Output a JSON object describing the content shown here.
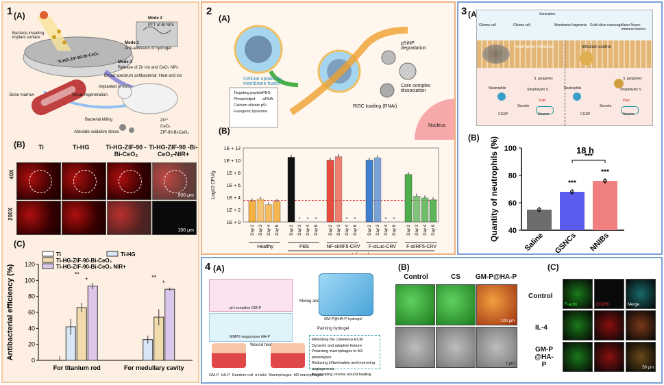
{
  "panel1": {
    "num": "1",
    "a": "(A)",
    "b": "(B)",
    "c": "(C)",
    "mode2": "Mode 2",
    "mode1": "Mode 1",
    "mode3": "Mode 3",
    "ptt": "PTT of Bi NPs",
    "anti_adhesion": "Anti-adhesion of hydrogel",
    "release": "Release of Zn ion and CeO₂ NPs",
    "broad": "Broad spectrum antibacterial: Heat and ion",
    "implant": "Ti-HG-ZIF-90-Bi-CeO₂",
    "bacteria": "Bacteria invading implant surface",
    "implanted": "Implanted in vivo",
    "tissue": "Tissue regeneration",
    "killing": "Bacterial killing",
    "oxidative": "Alleviate oxidative stress",
    "bone": "Bone marrow",
    "legend": [
      "Zn²⁺",
      "CeO₂",
      "ZIF-90-Bi-CeO₂"
    ],
    "col_titles": [
      "Ti",
      "Ti-HG",
      "Ti-HG-ZIF-90 -Bi-CeO₂",
      "Ti-HG-ZIF-90 -Bi-CeO₂-NIR+"
    ],
    "row_labels": [
      "40X",
      "200X"
    ],
    "scale_40x": "500 μm",
    "scale_200x": "100 μm"
  },
  "panel2": {
    "num": "2",
    "a": "(A)",
    "b": "(B)",
    "labels": {
      "uptake": "Cellular uptake by membrane fusion",
      "psinp": "pSiNP degradation",
      "core": "Core complex dissociation",
      "risc": "RISC loading (RNAi)",
      "nucleus": "Nucleus"
    },
    "legend": [
      "Targeting peptide",
      "PEG",
      "Phospholipid",
      "siRNA",
      "Calcium silicate pSi",
      "Fusogenic liposome"
    ]
  },
  "panel3": {
    "num": "3",
    "a": "(A)",
    "b": "(B)",
    "top_labels": [
      "Glioma cell",
      "Glioma cell",
      "Sonication",
      "Membrane fragments",
      "Gold-silver nanocage",
      "Nano Neuro-immune blocker"
    ],
    "diagram_labels": {
      "left_box": "Neutrophils infiltration",
      "right_box": "Infection control",
      "neutrophils": "Neutrophils",
      "s_pyogenes": "S. pyogenes",
      "streptolysin": "Streptolysin S",
      "cgrp": "CGRP",
      "neuron": "Neuron",
      "pain": "Pain",
      "secrete": "Secrete"
    }
  },
  "panel4": {
    "num": "4",
    "a": "(A)",
    "b": "(B)",
    "c": "(C)",
    "gmp": "pH-sensitive GM-P",
    "hap": "MMP2-responsive HA-P",
    "mixing": "Mixing and gelation",
    "hydrogel": "GM-P@HA-P hydrogel",
    "painting": "Painting hydrogel",
    "wound": "Wound healing",
    "benefits": [
      "Mimicking the cutaneous ECM",
      "Dynamic and adaptive feature",
      "Polarizing macrophages to M2 phenotypes",
      "Reducing inflammation and improving angiogenesis",
      "Accelerating chronic wound healing"
    ],
    "legend": [
      "GM-P",
      "HA-P",
      "Random coil",
      "α Helix",
      "Macrophages",
      "M2 macrophages"
    ],
    "b_cols": [
      "Control",
      "CS",
      "GM-P@HA-P"
    ],
    "b_scale_top": "100 μm",
    "b_scale_bottom": "1 μm",
    "c_rows": [
      "Control",
      "IL-4",
      "GM-P @HA-P"
    ],
    "c_channels": [
      "F-actin",
      "CD206",
      "Merge"
    ],
    "c_scale": "50 μm"
  },
  "chart_data": [
    {
      "type": "bar",
      "id": "1C",
      "title": "",
      "xlabel": "",
      "ylabel": "Antibacterial efficiency (%)",
      "ylim": [
        0,
        120
      ],
      "yticks": [
        0,
        20,
        40,
        60,
        80,
        100,
        120
      ],
      "categories": [
        "For titanium rod",
        "For medullary cavity"
      ],
      "series": [
        {
          "name": "Ti",
          "values": [
            0,
            0
          ],
          "color": "#ffffff"
        },
        {
          "name": "Ti-HG",
          "values": [
            42,
            26
          ],
          "color": "#d9e6f5"
        },
        {
          "name": "Ti-HG-ZIF-90-Bi-CeO₂",
          "values": [
            66,
            54
          ],
          "color": "#f2dcae"
        },
        {
          "name": "Ti-HG-ZIF-90-Bi-CeO₂ NIR+",
          "values": [
            93,
            89
          ],
          "color": "#dcc6ea"
        }
      ],
      "errors": [
        [
          5,
          0
        ],
        [
          10,
          5
        ],
        [
          6,
          10
        ],
        [
          4,
          2
        ]
      ],
      "annotations": [
        "**",
        "*",
        "**",
        "*"
      ],
      "legend": "top"
    },
    {
      "type": "bar",
      "id": "2B",
      "title": "",
      "xlabel": "",
      "ylabel": "Log10 CFU/g",
      "log": true,
      "ylim": [
        0,
        12
      ],
      "yticks": [
        "1E + 0",
        "1E + 2",
        "1E + 4",
        "1E + 6",
        "1E + 8",
        "1E + 10",
        "1E + 12"
      ],
      "groups": [
        {
          "name": "Healthy",
          "color": "#f5b041",
          "categories": [
            "Day 2",
            "Day 3",
            "Day 4",
            "Day 8"
          ],
          "values": [
            3.4,
            3.7,
            2.8,
            3.3
          ]
        },
        {
          "name": "PBS",
          "color": "#111111",
          "categories": [
            "Day 2",
            "Day 3",
            "Day 4",
            "Day 8"
          ],
          "values": [
            10.5,
            0,
            0,
            0
          ]
        },
        {
          "name": "NF-siIRF5-CRV",
          "color": "#e74c3c",
          "categories": [
            "Day 2",
            "Day 3",
            "Day 4",
            "Day 8"
          ],
          "values": [
            10.0,
            10.6,
            0,
            0
          ]
        },
        {
          "name": "F-siLuc-CRV",
          "color": "#3f7fd0",
          "categories": [
            "Day 2",
            "Day 3",
            "Day 4",
            "Day 8"
          ],
          "values": [
            10.0,
            10.4,
            0,
            0
          ]
        },
        {
          "name": "F-siIRF5-CRV",
          "color": "#4cae4c",
          "categories": [
            "Day 2",
            "Day 3",
            "Day 4",
            "Day 8"
          ],
          "values": [
            7.7,
            4.2,
            3.9,
            3.6
          ]
        }
      ],
      "group_label": "Infected",
      "threshold": 3.5
    },
    {
      "type": "bar",
      "id": "3B",
      "title": "18 h",
      "xlabel": "",
      "ylabel": "Quantity of neutrophils (%)",
      "ylim": [
        40,
        100
      ],
      "yticks": [
        40,
        60,
        80,
        100
      ],
      "categories": [
        "Saline",
        "GSNCs",
        "NNIBs"
      ],
      "values": [
        55,
        68,
        76
      ],
      "colors": [
        "#6d6d6d",
        "#5b5bf0",
        "#f08080"
      ],
      "annotations": [
        "",
        "***",
        "***"
      ],
      "bracket": "***"
    }
  ]
}
